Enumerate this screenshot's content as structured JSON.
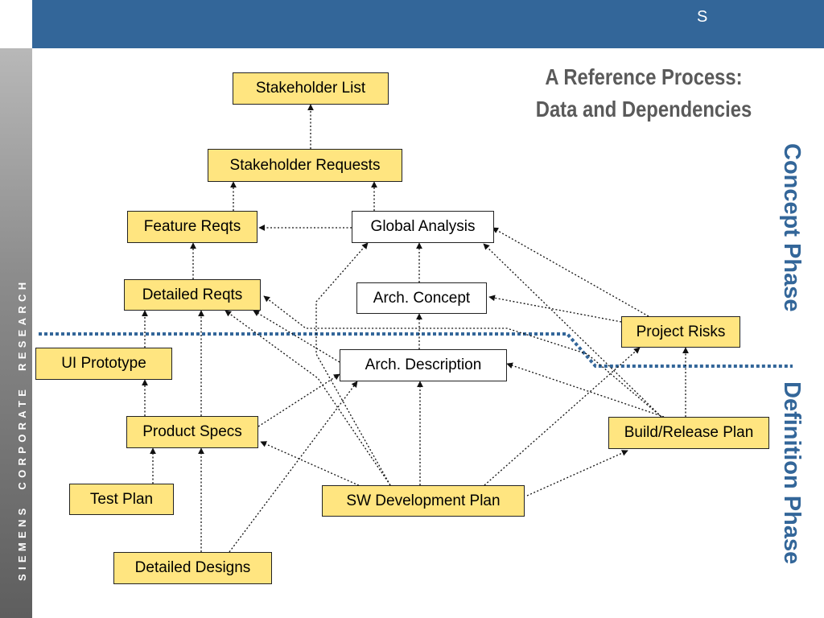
{
  "header": {
    "mark": "S"
  },
  "sidebar": {
    "text": "SIEMENS  CORPORATE  RESEARCH"
  },
  "title": {
    "line1": "A Reference Process:",
    "line2": "Data and Dependencies"
  },
  "phases": {
    "concept": "Concept Phase",
    "definition": "Definition Phase"
  },
  "colors": {
    "accent": "#336699",
    "node_fill": "#ffe580",
    "title": "#5a5a5a"
  },
  "nodes": {
    "stakeholder_list": "Stakeholder List",
    "stakeholder_requests": "Stakeholder Requests",
    "feature_reqts": "Feature Reqts",
    "global_analysis": "Global Analysis",
    "detailed_reqts": "Detailed Reqts",
    "arch_concept": "Arch. Concept",
    "project_risks": "Project Risks",
    "ui_prototype": "UI Prototype",
    "arch_description": "Arch. Description",
    "product_specs": "Product Specs",
    "build_release_plan": "Build/Release Plan",
    "test_plan": "Test Plan",
    "sw_development_plan": "SW Development Plan",
    "detailed_designs": "Detailed Designs"
  },
  "dependencies": [
    {
      "from": "Stakeholder Requests",
      "to": "Stakeholder List"
    },
    {
      "from": "Feature Reqts",
      "to": "Stakeholder Requests"
    },
    {
      "from": "Global Analysis",
      "to": "Stakeholder Requests"
    },
    {
      "from": "Global Analysis",
      "to": "Feature Reqts"
    },
    {
      "from": "Detailed Reqts",
      "to": "Feature Reqts"
    },
    {
      "from": "Arch. Concept",
      "to": "Global Analysis"
    },
    {
      "from": "Project Risks",
      "to": "Global Analysis"
    },
    {
      "from": "Project Risks",
      "to": "Arch. Concept"
    },
    {
      "from": "Arch. Description",
      "to": "Arch. Concept"
    },
    {
      "from": "Arch. Description",
      "to": "Detailed Reqts"
    },
    {
      "from": "UI Prototype",
      "to": "Detailed Reqts"
    },
    {
      "from": "Product Specs",
      "to": "Detailed Reqts"
    },
    {
      "from": "Product Specs",
      "to": "UI Prototype"
    },
    {
      "from": "Product Specs",
      "to": "Arch. Description"
    },
    {
      "from": "Test Plan",
      "to": "Product Specs"
    },
    {
      "from": "Detailed Designs",
      "to": "Product Specs"
    },
    {
      "from": "Detailed Designs",
      "to": "Arch. Description"
    },
    {
      "from": "SW Development Plan",
      "to": "Arch. Description"
    },
    {
      "from": "SW Development Plan",
      "to": "Global Analysis"
    },
    {
      "from": "SW Development Plan",
      "to": "Detailed Reqts"
    },
    {
      "from": "SW Development Plan",
      "to": "Product Specs"
    },
    {
      "from": "SW Development Plan",
      "to": "Project Risks"
    },
    {
      "from": "SW Development Plan",
      "to": "Build/Release Plan"
    },
    {
      "from": "Build/Release Plan",
      "to": "Project Risks"
    },
    {
      "from": "Build/Release Plan",
      "to": "Global Analysis"
    },
    {
      "from": "Build/Release Plan",
      "to": "Arch. Description"
    },
    {
      "from": "Build/Release Plan",
      "to": "Detailed Reqts"
    }
  ]
}
